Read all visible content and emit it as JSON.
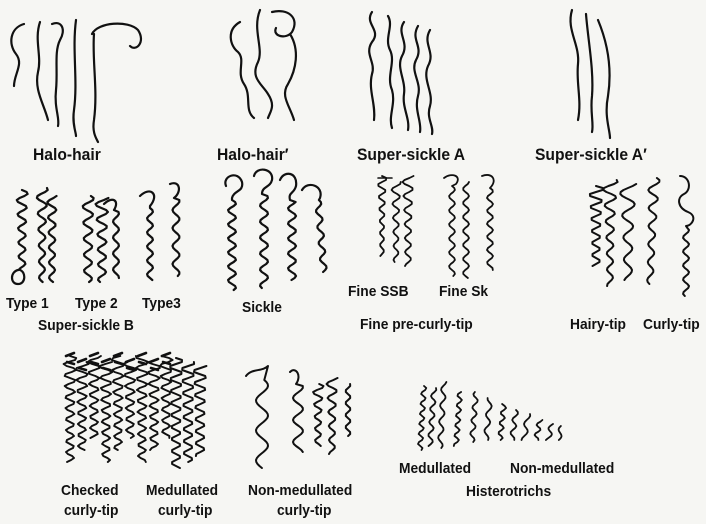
{
  "labels": {
    "halo_hair": "Halo-hair",
    "halo_hair_prime": "Halo-hair′",
    "super_sickle_a": "Super-sickle A",
    "super_sickle_a_prime": "Super-sickle A′",
    "type1": "Type 1",
    "type2": "Type 2",
    "type3": "Type3",
    "super_sickle_b": "Super-sickle B",
    "sickle": "Sickle",
    "fine_ssb": "Fine SSB",
    "fine_sk": "Fine Sk",
    "fine_pre_curly_tip": "Fine pre-curly-tip",
    "hairy_tip": "Hairy-tip",
    "curly_tip": "Curly-tip",
    "checked": "Checked",
    "checked_curly_tip": "curly-tip",
    "medullated_1": "Medullated",
    "medullated_curly_tip": "curly-tip",
    "non_medullated_1": "Non-medullated",
    "non_medullated_curly_tip": "curly-tip",
    "medullated_2": "Medullated",
    "non_medullated_2": "Non-medullated",
    "histerotrichs": "Histerotrichs"
  },
  "colors": {
    "ink": "#111111",
    "paper": "#f6f6f3"
  }
}
